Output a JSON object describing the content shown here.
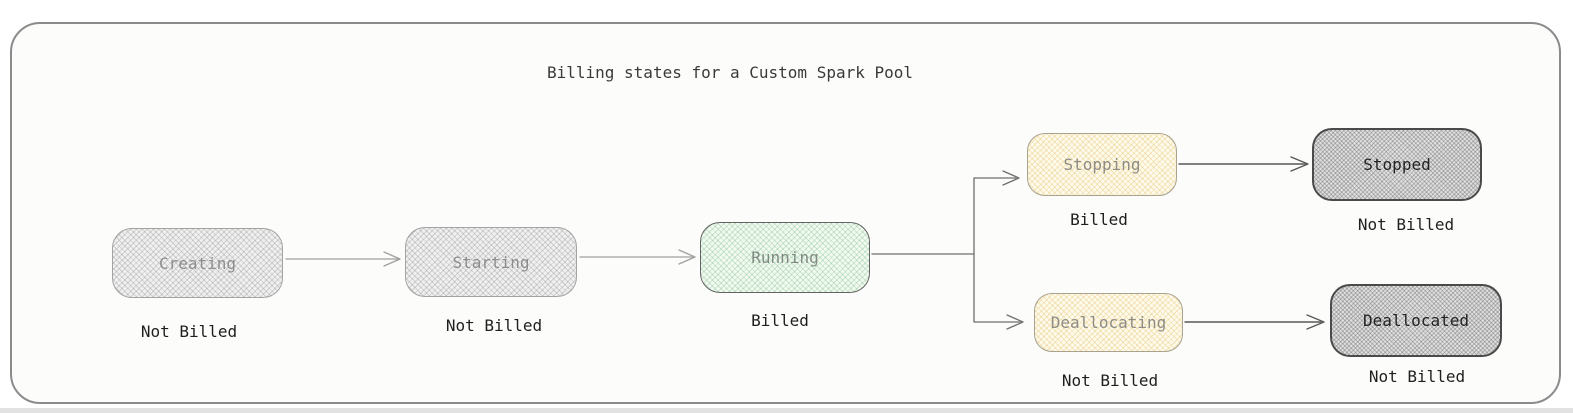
{
  "title": "Billing states for a Custom Spark Pool",
  "nodes": {
    "creating": {
      "label": "Creating",
      "billing": "Not Billed"
    },
    "starting": {
      "label": "Starting",
      "billing": "Not Billed"
    },
    "running": {
      "label": "Running",
      "billing": "Billed"
    },
    "stopping": {
      "label": "Stopping",
      "billing": "Billed"
    },
    "stopped": {
      "label": "Stopped",
      "billing": "Not Billed"
    },
    "deallocating": {
      "label": "Deallocating",
      "billing": "Not Billed"
    },
    "deallocated": {
      "label": "Deallocated",
      "billing": "Not Billed"
    }
  },
  "edges": [
    {
      "from": "creating",
      "to": "starting"
    },
    {
      "from": "starting",
      "to": "running"
    },
    {
      "from": "running",
      "to": "stopping"
    },
    {
      "from": "running",
      "to": "deallocating"
    },
    {
      "from": "stopping",
      "to": "stopped"
    },
    {
      "from": "deallocating",
      "to": "deallocated"
    }
  ],
  "colors": {
    "frame_border": "#8b8b8b",
    "not_billed_light_fill": "#f0f0f0",
    "running_fill": "#f2faf2",
    "transitional_billed_fill": "#fefaec",
    "terminal_fill": "#e0e0e0",
    "arrow_light": "#a0a0a0",
    "arrow_dark": "#585858",
    "text_dark": "#1f1f1f",
    "text_muted": "#8d8d8d"
  }
}
